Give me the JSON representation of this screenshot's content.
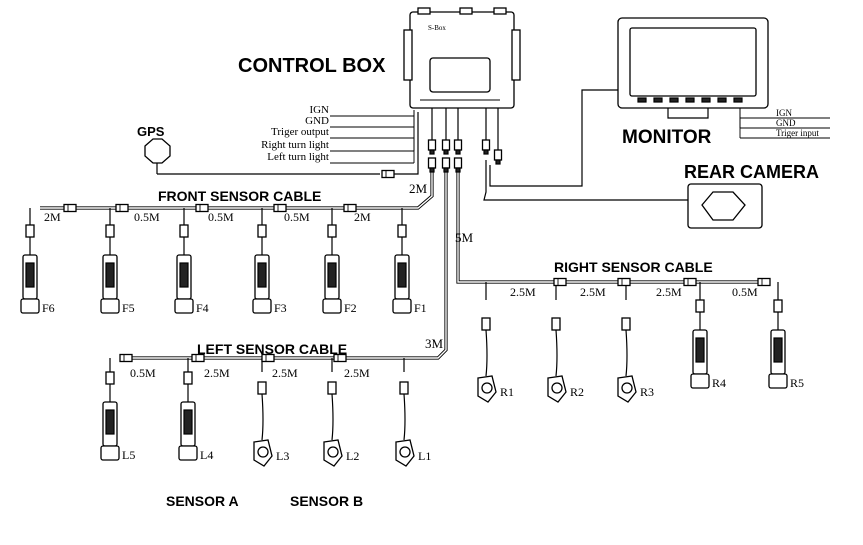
{
  "control_box": {
    "title": "CONTROL BOX",
    "brand": "S-Box",
    "wire_labels": [
      "IGN",
      "GND",
      "Triger output",
      "Right turn light",
      "Left turn light"
    ]
  },
  "gps": {
    "label": "GPS"
  },
  "monitor": {
    "title": "MONITOR",
    "wire_labels": [
      "IGN",
      "GND",
      "Triger input"
    ]
  },
  "rear_camera": {
    "label": "REAR CAMERA"
  },
  "front_cable": {
    "title": "FRONT SENSOR CABLE",
    "trunk_length": "2M",
    "segments": [
      "2M",
      "0.5M",
      "0.5M",
      "0.5M",
      "2M"
    ],
    "sensors": [
      "F6",
      "F5",
      "F4",
      "F3",
      "F2",
      "F1"
    ]
  },
  "right_cable": {
    "title": "RIGHT SENSOR CABLE",
    "trunk_length": "5M",
    "segments": [
      "2.5M",
      "2.5M",
      "2.5M",
      "0.5M"
    ],
    "sensors": [
      "R1",
      "R2",
      "R3",
      "R4",
      "R5"
    ]
  },
  "left_cable": {
    "title": "LEFT SENSOR CABLE",
    "trunk_length": "3M",
    "segments": [
      "0.5M",
      "2.5M",
      "2.5M",
      "2.5M"
    ],
    "sensors": [
      "L5",
      "L4",
      "L3",
      "L2",
      "L1"
    ]
  },
  "sensor_types": {
    "a": "SENSOR A",
    "b": "SENSOR B"
  }
}
